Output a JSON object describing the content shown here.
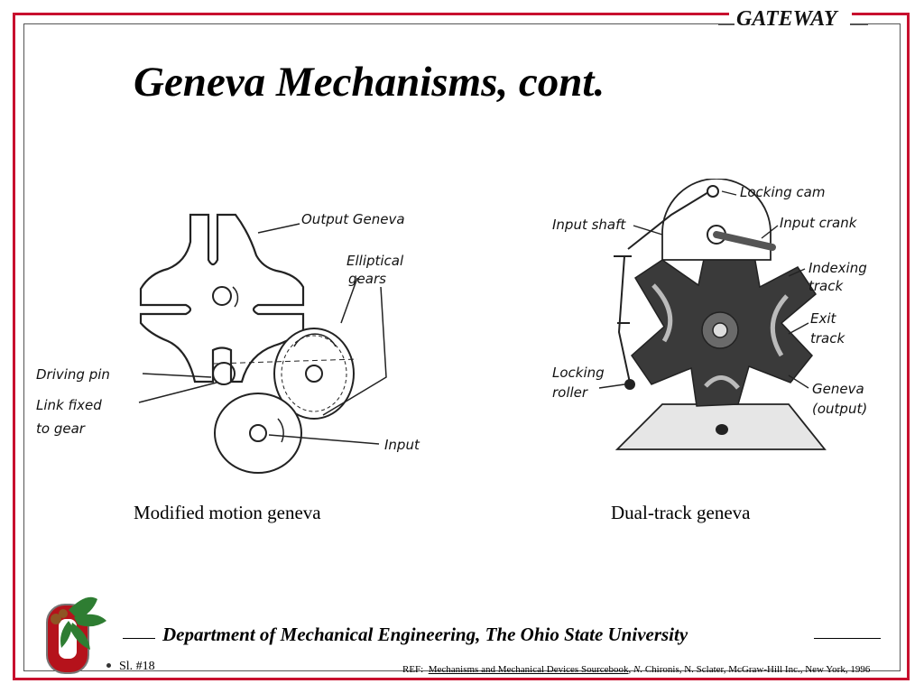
{
  "header": {
    "brand": "GATEWAY",
    "title": "Geneva Mechanisms, cont."
  },
  "figures": [
    {
      "caption": "Modified motion geneva",
      "labels": {
        "output_geneva": "Output Geneva",
        "elliptical_1": "Elliptical",
        "elliptical_2": "gears",
        "driving_pin": "Driving pin",
        "link_1": "Link fixed",
        "link_2": "to gear",
        "input": "Input"
      }
    },
    {
      "caption": "Dual-track geneva",
      "labels": {
        "locking_cam": "Locking cam",
        "input_shaft": "Input shaft",
        "input_crank": "Input crank",
        "indexing_1": "Indexing",
        "indexing_2": "track",
        "exit_1": "Exit",
        "exit_2": "track",
        "locking_roller_1": "Locking",
        "locking_roller_2": "roller",
        "geneva_1": "Geneva",
        "geneva_2": "(output)"
      }
    }
  ],
  "footer": {
    "department": "Department of Mechanical Engineering, The Ohio State University",
    "slide_number": "Sl. #18",
    "ref_prefix": "REF:",
    "ref_book": "Mechanisms and Mechanical Devices Sourcebook",
    "ref_author_initial": "N.",
    "ref_rest": "Chironis, N. Sclater, McGraw-Hill Inc., New York, 1996"
  },
  "colors": {
    "frame": "#c8102e",
    "logo_red": "#b5121b",
    "logo_green": "#2e7d32"
  }
}
